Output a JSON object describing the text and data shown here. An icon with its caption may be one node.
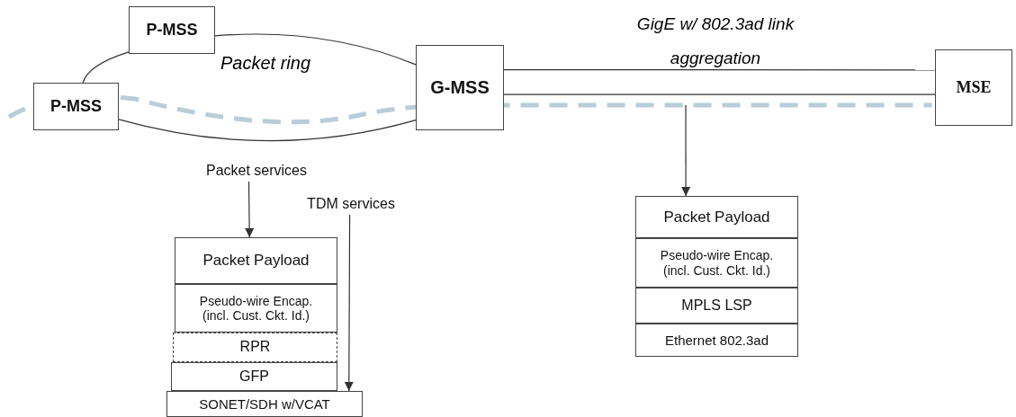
{
  "diagram": {
    "nodes": [
      {
        "text": [
          "P-MSS"
        ]
      },
      {
        "text": [
          "P-MSS"
        ]
      },
      {
        "text": [
          "G-MSS"
        ]
      },
      {
        "text": [
          "MSE"
        ]
      },
      {
        "text": [
          "Packet services"
        ]
      },
      {
        "text": [
          "TDM services"
        ]
      },
      {
        "text": [
          "Packet Payload"
        ]
      },
      {
        "text": [
          "Pseudo-wire Encap. (incl. Cust. Ckt. Id.)"
        ]
      },
      {
        "text": [
          "RPR"
        ]
      },
      {
        "text": [
          "GFP"
        ]
      },
      {
        "text": [
          "SONET/SDH w/VCAT"
        ]
      },
      {
        "text": [
          "Packet Payload"
        ]
      },
      {
        "text": [
          "Pseudo-wire Encap. (incl. Cust. Ckt. Id.)"
        ]
      },
      {
        "text": [
          "MPLS LSP"
        ]
      },
      {
        "text": [
          "Ethernet 802.3ad"
        ]
      }
    ],
    "edges": [
      {
        "from": 0,
        "to": 2,
        "arrow": "none"
      },
      {
        "from": 0,
        "to": 1,
        "arrow": "none"
      },
      {
        "from": 1,
        "to": 2,
        "arrow": "none"
      },
      {
        "from": 2,
        "to": 3,
        "arrow": "none",
        "label": "GigE w/ 802.3ad link aggregation"
      },
      {
        "from": 2,
        "to": 3,
        "arrow": "none"
      },
      {
        "from": null,
        "to": 3,
        "arrow": "none",
        "style": "dashed",
        "color": "#b8cdd8"
      },
      {
        "from": null,
        "to": 11,
        "arrow": "to"
      },
      {
        "from": 4,
        "to": 6,
        "arrow": "to"
      },
      {
        "from": 5,
        "to": 10,
        "arrow": "to"
      }
    ],
    "labels": [
      "Packet ring"
    ]
  }
}
